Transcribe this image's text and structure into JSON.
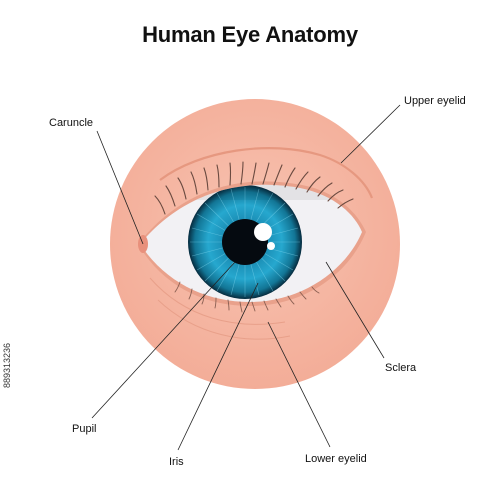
{
  "title": "Human Eye Anatomy",
  "labels": {
    "caruncle": "Caruncle",
    "upper_eyelid": "Upper eyelid",
    "sclera": "Sclera",
    "pupil": "Pupil",
    "iris": "Iris",
    "lower_eyelid": "Lower eyelid"
  },
  "stock_id": "889313236",
  "colors": {
    "skin": "#f6b9a5",
    "sclera": "#f2f1f4",
    "iris": "#1f9fc4",
    "pupil": "#050a10",
    "lash": "#6a4a40",
    "leader": "#222222"
  }
}
